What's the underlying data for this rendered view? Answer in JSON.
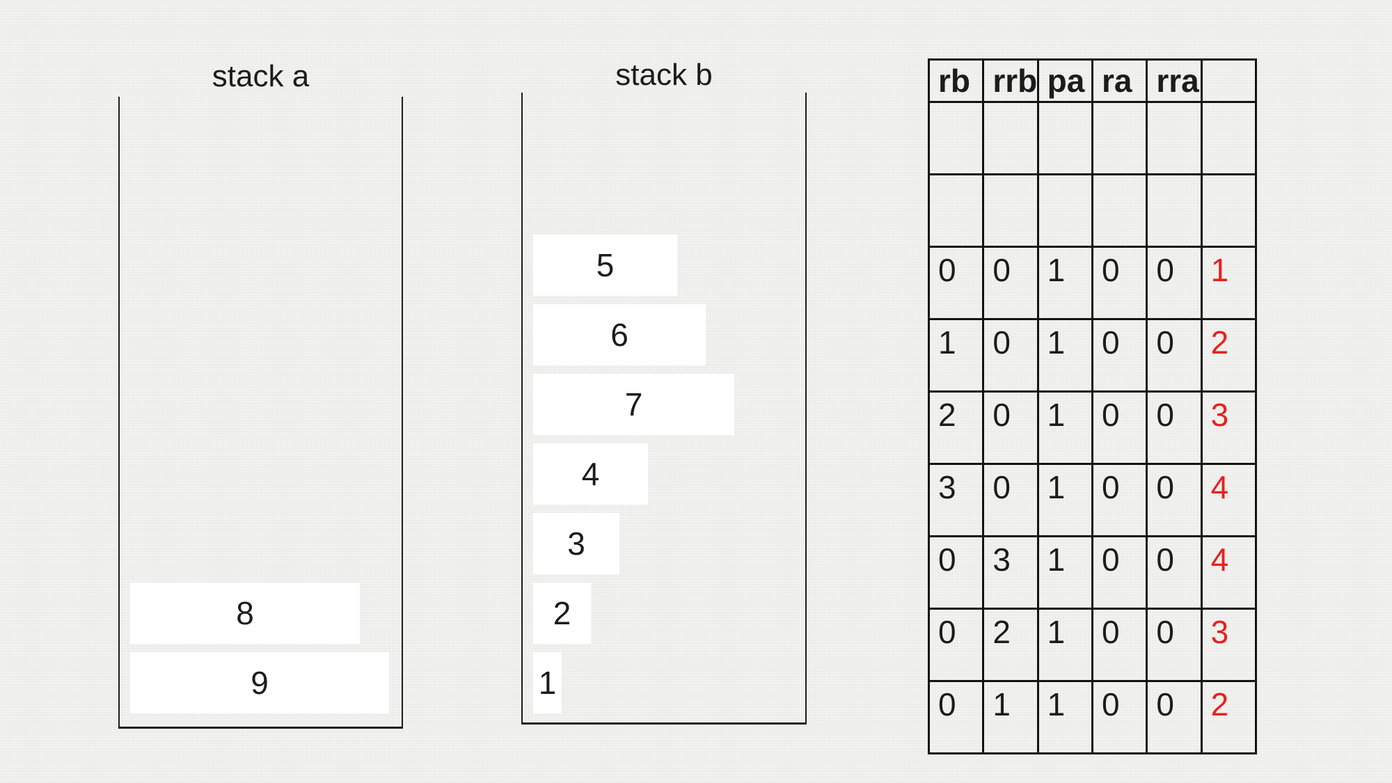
{
  "colors": {
    "background": "#efefed",
    "bar_fill": "#ffffff",
    "line": "#1d1d1d",
    "text": "#1c1c1c",
    "accent_red": "#e7211d"
  },
  "stack_a": {
    "title": "stack a",
    "items": [
      "8",
      "9"
    ]
  },
  "stack_b": {
    "title": "stack b",
    "items": [
      "5",
      "6",
      "7",
      "4",
      "3",
      "2",
      "1"
    ]
  },
  "ops_table": {
    "headers": [
      "rb",
      "rrb",
      "pa",
      "ra",
      "rra",
      ""
    ],
    "rows": [
      [
        "",
        "",
        "",
        "",
        "",
        ""
      ],
      [
        "",
        "",
        "",
        "",
        "",
        ""
      ],
      [
        "0",
        "0",
        "1",
        "0",
        "0",
        "1"
      ],
      [
        "1",
        "0",
        "1",
        "0",
        "0",
        "2"
      ],
      [
        "2",
        "0",
        "1",
        "0",
        "0",
        "3"
      ],
      [
        "3",
        "0",
        "1",
        "0",
        "0",
        "4"
      ],
      [
        "0",
        "3",
        "1",
        "0",
        "0",
        "4"
      ],
      [
        "0",
        "2",
        "1",
        "0",
        "0",
        "3"
      ],
      [
        "0",
        "1",
        "1",
        "0",
        "0",
        "2"
      ]
    ]
  }
}
